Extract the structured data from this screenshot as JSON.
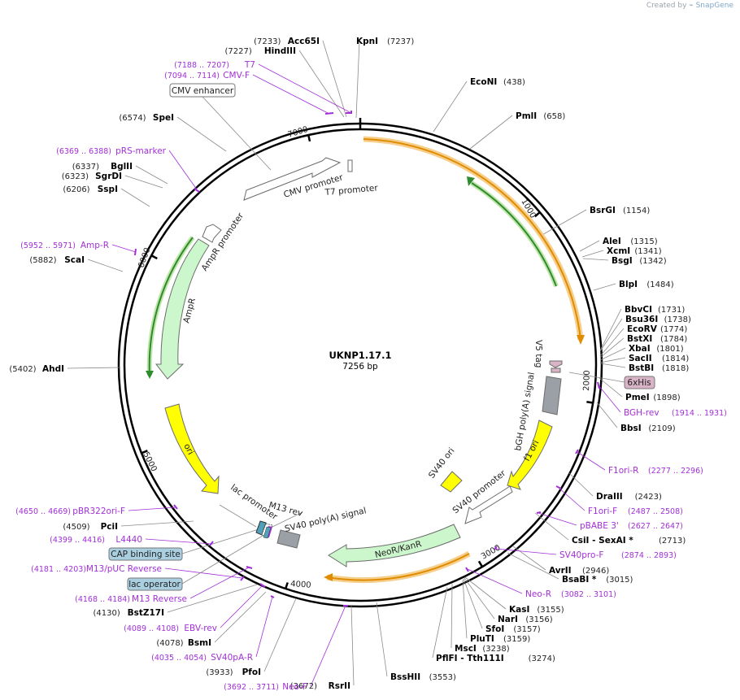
{
  "credit": {
    "prefix": "Created by",
    "brand": "SnapGene"
  },
  "plasmid": {
    "name": "UKNP1.17.1",
    "size_label": "7256 bp",
    "length": 7256
  },
  "ticks": [
    "1000",
    "2000",
    "3000",
    "4000",
    "5000",
    "6000",
    "7000"
  ],
  "sites": [
    {
      "name": "KpnI",
      "pos": "(7237)"
    },
    {
      "name": "Acc65I",
      "pos": "(7233)"
    },
    {
      "name": "HindIII",
      "pos": "(7227)"
    },
    {
      "name": "EcoNI",
      "pos": "(438)"
    },
    {
      "name": "PmlI",
      "pos": "(658)"
    },
    {
      "name": "BsrGI",
      "pos": "(1154)"
    },
    {
      "name": "AleI",
      "pos": "(1315)"
    },
    {
      "name": "XcmI",
      "pos": "(1341)"
    },
    {
      "name": "BsgI",
      "pos": "(1342)"
    },
    {
      "name": "BlpI",
      "pos": "(1484)"
    },
    {
      "name": "BbvCI",
      "pos": "(1731)"
    },
    {
      "name": "Bsu36I",
      "pos": "(1738)"
    },
    {
      "name": "EcoRV",
      "pos": "(1774)"
    },
    {
      "name": "BstXI",
      "pos": "(1784)"
    },
    {
      "name": "XbaI",
      "pos": "(1801)"
    },
    {
      "name": "SacII",
      "pos": "(1814)"
    },
    {
      "name": "BstBI",
      "pos": "(1818)"
    },
    {
      "name": "PmeI",
      "pos": "(1898)"
    },
    {
      "name": "BbsI",
      "pos": "(2109)"
    },
    {
      "name": "DraIII",
      "pos": "(2423)"
    },
    {
      "name": "CsiI  - SexAI *",
      "pos": "(2713)"
    },
    {
      "name": "AvrII",
      "pos": "(2946)"
    },
    {
      "name": "BsaBI *",
      "pos": "(3015)"
    },
    {
      "name": "KasI",
      "pos": "(3155)"
    },
    {
      "name": "NarI",
      "pos": "(3156)"
    },
    {
      "name": "SfoI",
      "pos": "(3157)"
    },
    {
      "name": "PluTI",
      "pos": "(3159)"
    },
    {
      "name": "MscI",
      "pos": "(3238)"
    },
    {
      "name": "PflFI  - Tth111I",
      "pos": "(3274)"
    },
    {
      "name": "BssHII",
      "pos": "(3553)"
    },
    {
      "name": "RsrII",
      "pos": "(3672)"
    },
    {
      "name": "PfoI",
      "pos": "(3933)"
    },
    {
      "name": "BsmI",
      "pos": "(4078)"
    },
    {
      "name": "BstZ17I",
      "pos": "(4130)"
    },
    {
      "name": "PciI",
      "pos": "(4509)"
    },
    {
      "name": "AhdI",
      "pos": "(5402)"
    },
    {
      "name": "ScaI",
      "pos": "(5882)"
    },
    {
      "name": "SspI",
      "pos": "(6206)"
    },
    {
      "name": "SgrDI",
      "pos": "(6323)"
    },
    {
      "name": "BglII",
      "pos": "(6337)"
    },
    {
      "name": "SpeI",
      "pos": "(6574)"
    }
  ],
  "primers": [
    {
      "name": "T7",
      "pos": "(7188 .. 7207)"
    },
    {
      "name": "CMV-F",
      "pos": "(7094 .. 7114)"
    },
    {
      "name": "pRS-marker",
      "pos": "(6369 .. 6388)"
    },
    {
      "name": "Amp-R",
      "pos": "(5952 .. 5971)"
    },
    {
      "name": "BGH-rev",
      "pos": "(1914 .. 1931)"
    },
    {
      "name": "F1ori-R",
      "pos": "(2277 .. 2296)"
    },
    {
      "name": "F1ori-F",
      "pos": "(2487 .. 2508)"
    },
    {
      "name": "pBABE 3'",
      "pos": "(2627 .. 2647)"
    },
    {
      "name": "SV40pro-F",
      "pos": "(2874 .. 2893)"
    },
    {
      "name": "Neo-R",
      "pos": "(3082 .. 3101)"
    },
    {
      "name": "Neo-F",
      "pos": "(3692 .. 3711)"
    },
    {
      "name": "SV40pA-R",
      "pos": "(4035 .. 4054)"
    },
    {
      "name": "EBV-rev",
      "pos": "(4089 .. 4108)"
    },
    {
      "name": "M13 Reverse",
      "pos": "(4168 .. 4184)"
    },
    {
      "name": "M13/pUC Reverse",
      "pos": "(4181 .. 4203)"
    },
    {
      "name": "L4440",
      "pos": "(4399 .. 4416)"
    },
    {
      "name": "pBR322ori-F",
      "pos": "(4650 .. 4669)"
    }
  ],
  "features": {
    "cmv_promoter": "CMV promoter",
    "t7_promoter": "T7 promoter",
    "ampr_promoter": "AmpR promoter",
    "ampr": "AmpR",
    "ori": "ori",
    "v5_tag": "V5 tag",
    "bgh_polya": "bGH poly(A) signal",
    "f1_ori": "f1 ori",
    "sv40_ori": "SV40 ori",
    "sv40_promoter": "SV40 promoter",
    "neor_kanr": "NeoR/KanR",
    "sv40_polya": "SV40 poly(A) signal",
    "lac_promoter": "lac promoter",
    "m13_rev": "M13 rev"
  },
  "boxed_labels": {
    "cmv_enhancer": "CMV enhancer",
    "his6": "6xHis",
    "cap_site": "CAP binding site",
    "lac_operator": "lac operator"
  },
  "colors": {
    "orf": "#f0ae3a",
    "orf_dark": "#e08c00",
    "green_orf": "#2e8b2e",
    "promoter_fill": "#ffffff",
    "ampr_fill": "#ccf7cc",
    "ori_fill": "#ffff00",
    "polya_fill": "#9aa0a6",
    "his_fill": "#d9b3c6",
    "primer": "#a22fd8",
    "cap_fill": "#a9cfe0"
  }
}
